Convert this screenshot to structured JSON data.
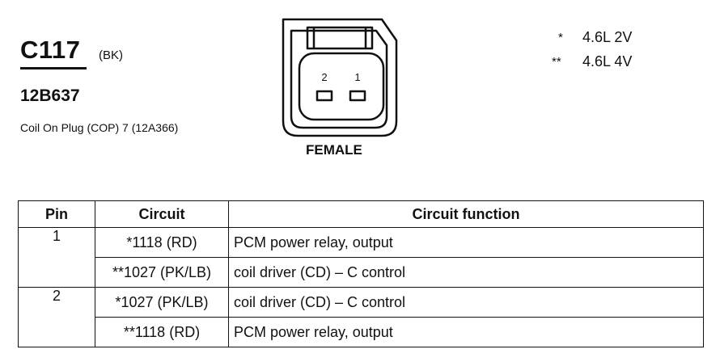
{
  "connector": {
    "id": "C117",
    "color_code": "(BK)",
    "part_number": "12B637",
    "description": "Coil On Plug (COP) 7 (12A366)"
  },
  "diagram": {
    "pin_labels": [
      "2",
      "1"
    ],
    "view_label": "FEMALE"
  },
  "legend": [
    {
      "marker": "*",
      "text": "4.6L 2V"
    },
    {
      "marker": "**",
      "text": "4.6L 4V"
    }
  ],
  "table": {
    "headers": [
      "Pin",
      "Circuit",
      "Circuit function"
    ],
    "rows": [
      {
        "pin": "1",
        "circuit": "*1118 (RD)",
        "function": "PCM power relay, output"
      },
      {
        "pin": "",
        "circuit": "**1027 (PK/LB)",
        "function": "coil driver (CD) – C control"
      },
      {
        "pin": "2",
        "circuit": "*1027 (PK/LB)",
        "function": "coil driver (CD) – C control"
      },
      {
        "pin": "",
        "circuit": "**1118 (RD)",
        "function": "PCM power relay, output"
      }
    ]
  }
}
